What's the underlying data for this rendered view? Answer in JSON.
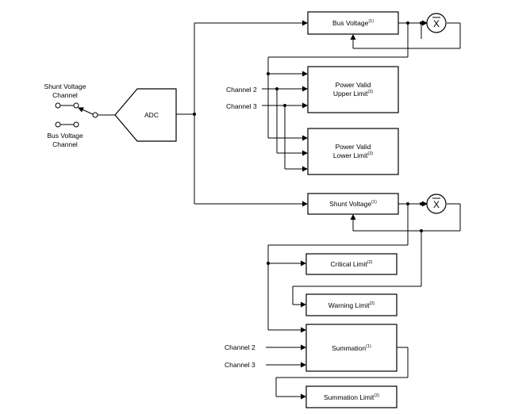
{
  "switch": {
    "shunt_label_line1": "Shunt Voltage",
    "shunt_label_line2": "Channel",
    "bus_label_line1": "Bus Voltage",
    "bus_label_line2": "Channel"
  },
  "adc": {
    "label": "ADC"
  },
  "blocks": {
    "bus_voltage": {
      "label": "Bus Voltage",
      "note": "(1)"
    },
    "pv_upper": {
      "line1": "Power Valid",
      "line2": "Upper Limit",
      "note": "(2)"
    },
    "pv_lower": {
      "line1": "Power Valid",
      "line2": "Lower Limit",
      "note": "(2)"
    },
    "shunt_voltage": {
      "label": "Shunt Voltage",
      "note": "(1)"
    },
    "critical_limit": {
      "label": "Critical Limit",
      "note": "(2)"
    },
    "warning_limit": {
      "label": "Warning Limit",
      "note": "(2)"
    },
    "summation": {
      "label": "Summation",
      "note": "(1)"
    },
    "summation_limit": {
      "label": "Summation Limit",
      "note": "(2)"
    }
  },
  "averager_symbol": "X",
  "inputs": {
    "top_channel2": "Channel 2",
    "top_channel3": "Channel 3",
    "bottom_channel2": "Channel 2",
    "bottom_channel3": "Channel 3"
  }
}
